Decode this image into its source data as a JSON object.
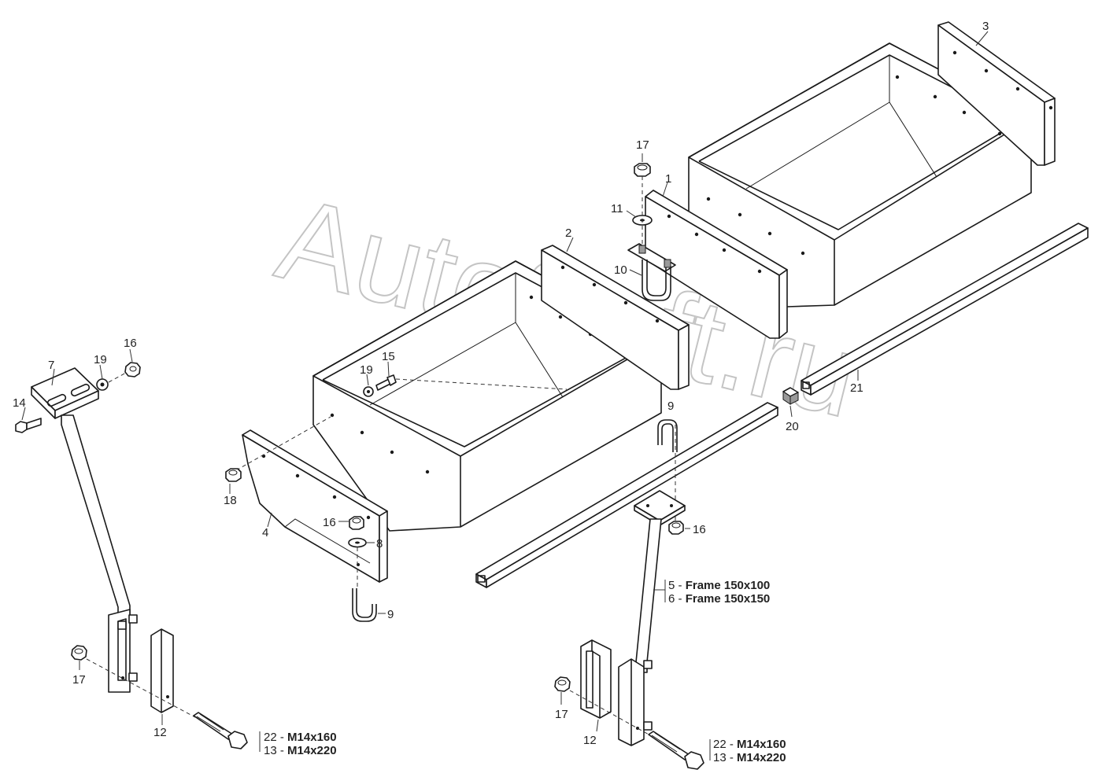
{
  "watermark": "AutoSoft.ru",
  "callouts": {
    "c1": "1",
    "c2": "2",
    "c3": "3",
    "c4": "4",
    "c7": "7",
    "c8": "8",
    "c9a": "9",
    "c9b": "9",
    "c10": "10",
    "c11": "11",
    "c12a": "12",
    "c12b": "12",
    "c14": "14",
    "c15": "15",
    "c16a": "16",
    "c16b": "16",
    "c16c": "16",
    "c17a": "17",
    "c17b": "17",
    "c17c": "17",
    "c18": "18",
    "c19a": "19",
    "c19b": "19",
    "c20": "20",
    "c21": "21"
  },
  "specs": {
    "frame": [
      {
        "prefix": "5 - ",
        "value": "Frame 150x100"
      },
      {
        "prefix": "6 - ",
        "value": "Frame 150x150"
      }
    ],
    "bolts_left": [
      {
        "prefix": "22 - ",
        "value": "M14x160"
      },
      {
        "prefix": "13 - ",
        "value": "M14x220"
      }
    ],
    "bolts_right": [
      {
        "prefix": "22 - ",
        "value": "M14x160"
      },
      {
        "prefix": "13 - ",
        "value": "M14x220"
      }
    ]
  }
}
